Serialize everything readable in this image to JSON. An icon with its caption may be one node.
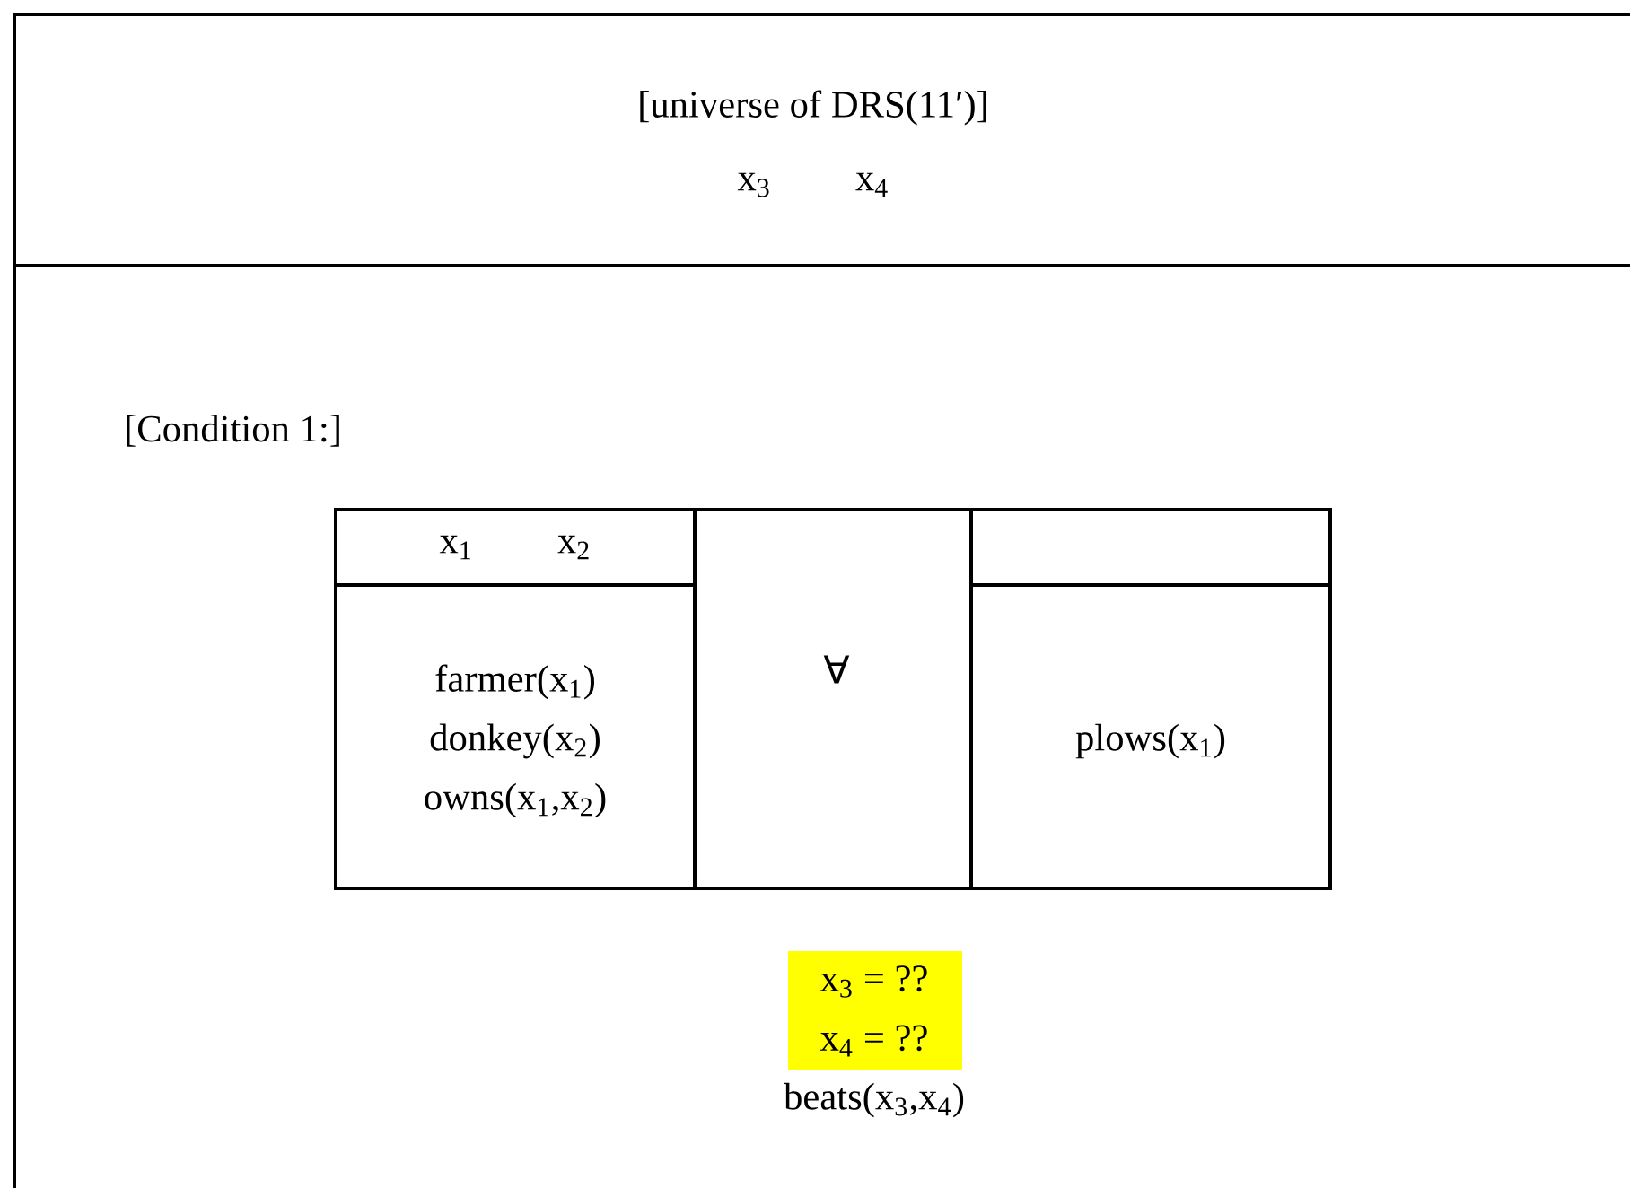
{
  "diagram": {
    "nodes": [
      {
        "text": [
          "[universe of DRS(11′)]",
          "x$_{3}$      x$_{4}$"
        ]
      },
      {
        "text": [
          "[Condition 1:]"
        ]
      },
      {
        "text": [
          "x$_{1}$      x$_{2}$"
        ],
        "in": 1
      },
      {
        "text": [
          "farmer(x$_{1}$)",
          "donkey(x$_{2}$)",
          "owns(x$_{1}$,x$_{2}$)"
        ],
        "in": 1
      },
      {
        "text": [
          "∀"
        ],
        "in": 1
      },
      {
        "text": [],
        "shape": "box",
        "in": 1
      },
      {
        "text": [
          "plows(x$_{1}$)"
        ],
        "in": 1
      },
      {
        "text": [
          "x$_{3}$  =  ??"
        ],
        "in": 1
      },
      {
        "text": [
          "x$_{4}$  =  ??"
        ],
        "in": 1
      }
    ],
    "edges": [],
    "labels": [
      "beats(x$_{3}$,x$_{4}$)"
    ]
  }
}
